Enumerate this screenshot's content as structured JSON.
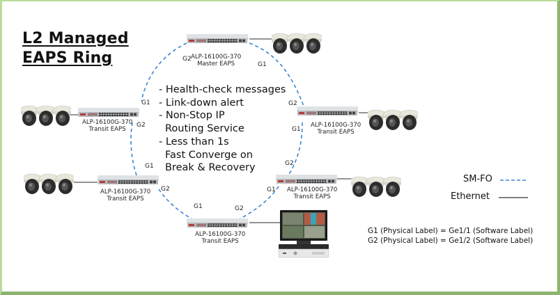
{
  "title": {
    "line1": "L2 Managed",
    "line2": "EAPS Ring"
  },
  "features": [
    {
      "text": "- Health-check messages"
    },
    {
      "text": "- Link-down alert"
    },
    {
      "text": "- Non-Stop IP"
    },
    {
      "text": "Routing Service",
      "continuation": true
    },
    {
      "text": "- Less than 1s"
    },
    {
      "text": "Fast Converge on",
      "continuation": true
    },
    {
      "text": "Break & Recovery",
      "continuation": true
    }
  ],
  "nodes": [
    {
      "id": "top",
      "model": "ALP-16100G-370",
      "role": "Master EAPS",
      "ports": [
        "G2",
        "G1"
      ],
      "peripheral": "cameras"
    },
    {
      "id": "left-upper",
      "model": "ALP-16100G-370",
      "role": "Transit EAPS",
      "ports": [
        "G1",
        "G2"
      ],
      "peripheral": "cameras"
    },
    {
      "id": "right-upper",
      "model": "ALP-16100G-370",
      "role": "Transit EAPS",
      "ports": [
        "G2",
        "G1"
      ],
      "peripheral": "cameras"
    },
    {
      "id": "left-lower",
      "model": "ALP-16100G-370",
      "role": "Transit EAPS",
      "ports": [
        "G1",
        "G2"
      ],
      "peripheral": "cameras"
    },
    {
      "id": "right-lower",
      "model": "ALP-16100G-370",
      "role": "Transit EAPS",
      "ports": [
        "G2",
        "G1"
      ],
      "peripheral": "cameras"
    },
    {
      "id": "bottom",
      "model": "ALP-16100G-370",
      "role": "Transit EAPS",
      "ports": [
        "G1",
        "G2"
      ],
      "peripheral": "nvr-monitor"
    }
  ],
  "legend": {
    "fiber_label": "SM-FO",
    "ethernet_label": "Ethernet",
    "fiber_color": "#3b86d6",
    "ethernet_color": "#333333"
  },
  "mapping": [
    "G1 (Physical Label) = Ge1/1 (Software Label)",
    "G2 (Physical Label) = Ge1/2 (Software Label)"
  ],
  "colors": {
    "frame_light": "#b9dc9a",
    "frame_dark": "#8fb46f",
    "ring": "#3b86d6"
  }
}
